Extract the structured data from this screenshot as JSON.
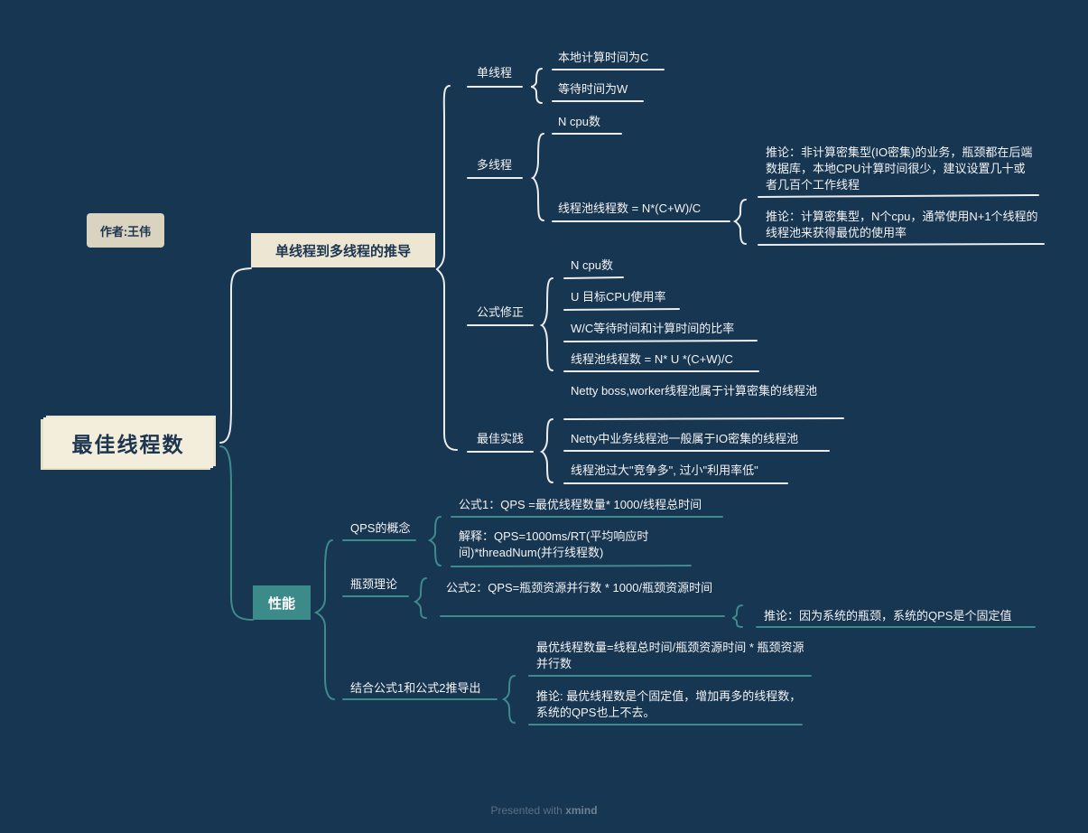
{
  "title": "最佳线程数",
  "author": "作者:王伟",
  "branch1": {
    "label": "单线程到多线程的推导",
    "single": {
      "label": "单线程",
      "items": [
        "本地计算时间为C",
        "等待时间为W"
      ]
    },
    "multi": {
      "label": "多线程",
      "n_cpu": "N cpu数",
      "pool": "线程池线程数 = N*(C+W)/C",
      "notes": [
        "推论：非计算密集型(IO密集)的业务，瓶颈都在后端数据库，本地CPU计算时间很少，建议设置几十或者几百个工作线程",
        "推论：计算密集型，N个cpu，通常使用N+1个线程的线程池来获得最优的使用率"
      ]
    },
    "fix": {
      "label": "公式修正",
      "items": [
        "N cpu数",
        "U 目标CPU使用率",
        "W/C等待时间和计算时间的比率",
        "线程池线程数 = N* U *(C+W)/C"
      ]
    },
    "best": {
      "label": "最佳实践",
      "items": [
        "Netty boss,worker线程池属于计算密集的线程池",
        "Netty中业务线程池一般属于IO密集的线程池",
        "线程池过大\"竞争多\", 过小\"利用率低\""
      ]
    }
  },
  "branch2": {
    "label": "性能",
    "qps": {
      "label": "QPS的概念",
      "items": [
        "公式1：QPS =最优线程数量* 1000/线程总时间",
        "解释：QPS=1000ms/RT(平均响应时间)*threadNum(并行线程数)"
      ]
    },
    "bottleneck": {
      "label": "瓶颈理论",
      "formula": "公式2：QPS=瓶颈资源并行数 * 1000/瓶颈资源时间",
      "note": "推论：因为系统的瓶颈，系统的QPS是个固定值"
    },
    "combine": {
      "label": "结合公式1和公式2推导出",
      "items": [
        "最优线程数量=线程总时间/瓶颈资源时间 * 瓶颈资源并行数",
        "推论: 最优线程数是个固定值，增加再多的线程数，系统的QPS也上不去。"
      ]
    }
  },
  "footer": {
    "prefix": "Presented with",
    "brand": "xmind"
  },
  "colors": {
    "background": "#173652",
    "teal": "#3c8a8a",
    "cream": "#f3eedb",
    "line": "#eeeeee"
  }
}
